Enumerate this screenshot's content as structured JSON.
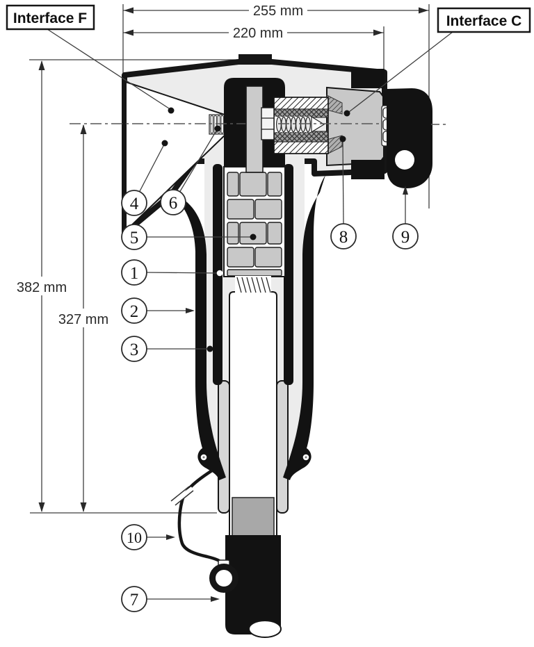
{
  "labels": {
    "interface_f": "Interface F",
    "interface_c": "Interface C"
  },
  "dimensions": {
    "width_outer": "255 mm",
    "width_inner": "220 mm",
    "height_outer": "382 mm",
    "height_inner": "327 mm"
  },
  "callouts": {
    "c1": "1",
    "c2": "2",
    "c3": "3",
    "c4": "4",
    "c5": "5",
    "c6": "6",
    "c7": "7",
    "c8": "8",
    "c9": "9",
    "c10": "10"
  },
  "colors": {
    "body_gray": "#ececec",
    "part_gray": "#c8c8c8",
    "screen_gray": "#a8a8a8",
    "ink": "#161616",
    "leader": "#3f3f3f"
  }
}
